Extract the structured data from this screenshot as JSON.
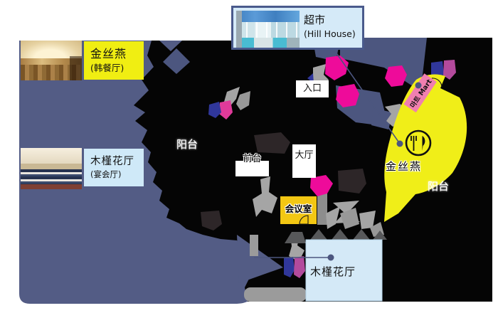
{
  "legend": {
    "golden_swallow": {
      "title": "金丝燕",
      "subtitle": "(韩餐厅)"
    },
    "hibiscus_hall": {
      "title": "木槿花厅",
      "subtitle": "(宴会厅)"
    },
    "supermarket": {
      "title": "超市",
      "subtitle": "(Hill House)"
    }
  },
  "map_labels": {
    "entrance": "入口",
    "balcony_left": "阳台",
    "balcony_right": "阳台",
    "front_desk": "前台",
    "lobby": "大厅",
    "meeting_room": "会议室",
    "hibiscus_hall_room": "木槿花厅",
    "golden_swallow_room": "金丝燕",
    "mart_tag": "마트 Mart"
  },
  "icons": {
    "restaurant_icon": "fork-and-knife"
  },
  "colors": {
    "navy_base": "#535c85",
    "navy_accent": "#4c567f",
    "black_region": "#050505",
    "charcoal": "#2d2628",
    "bright_yellow": "#f0ee12",
    "gold_yellow": "#f3c713",
    "hot_pink": "#ee0b9a",
    "mart_pink": "#f07fb0",
    "light_blue_label": "#cfe9f8",
    "light_blue_room": "#d4e9f7",
    "royal_blue": "#30379b",
    "muted_magenta": "#b34a9c",
    "gray_blob": "#a5a5a5",
    "dark_gray": "#57585a",
    "frame_border": "#4a5a8c"
  }
}
